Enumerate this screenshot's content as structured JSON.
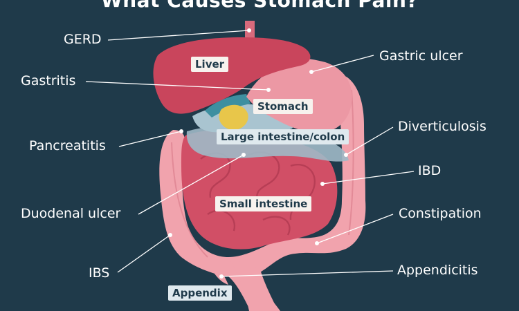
{
  "title": "What Causes Stomach Pain?",
  "conditions": {
    "gerd": "GERD",
    "gastritis": "Gastritis",
    "pancreatitis": "Pancreatitis",
    "duodenal_ulcer": "Duodenal ulcer",
    "ibs": "IBS",
    "gastric_ulcer": "Gastric ulcer",
    "diverticulosis": "Diverticulosis",
    "ibd": "IBD",
    "constipation": "Constipation",
    "appendicitis": "Appendicitis"
  },
  "organs": {
    "liver": "Liver",
    "stomach": "Stomach",
    "large_intestine": "Large intestine/colon",
    "small_intestine": "Small intestine",
    "appendix": "Appendix"
  },
  "colors": {
    "background": "#1f3a4a",
    "liver": "#c9455c",
    "stomach": "#ec98a4",
    "colon": "#f1a3ad",
    "small_intestine": "#d14f66",
    "pancreas": "#a9c4d0",
    "gallbladder": "#e8c64a",
    "duct": "#3e8fa0"
  }
}
